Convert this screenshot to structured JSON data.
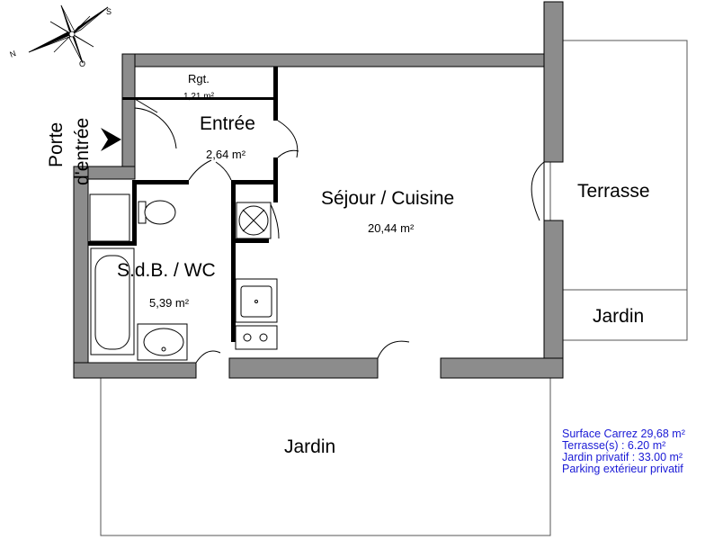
{
  "compass": {
    "north": "N",
    "south": "S",
    "west": "O"
  },
  "entrance": {
    "line1": "Porte",
    "line2": "d'entrée"
  },
  "rooms": {
    "rangement": {
      "name": "Rgt.",
      "area": "1,21 m²"
    },
    "entree": {
      "name": "Entrée",
      "area": "2,64 m²"
    },
    "sejour": {
      "name": "Séjour / Cuisine",
      "area": "20,44 m²"
    },
    "sdb": {
      "name": "S.d.B. / WC",
      "area": "5,39 m²"
    },
    "terrasse": {
      "name": "Terrasse"
    },
    "jardin_right": {
      "name": "Jardin"
    },
    "jardin_bottom": {
      "name": "Jardin"
    }
  },
  "summary": {
    "surface": "Surface Carrez 29,68 m²",
    "terrasse": "Terrasse(s) : 6.20 m²",
    "jardin": "Jardin privatif : 33.00 m²",
    "parking": "Parking extérieur privatif"
  },
  "colors": {
    "wall": "#8c8c8c",
    "wall_outline": "#000000",
    "summary_text": "#1a1ad6"
  }
}
